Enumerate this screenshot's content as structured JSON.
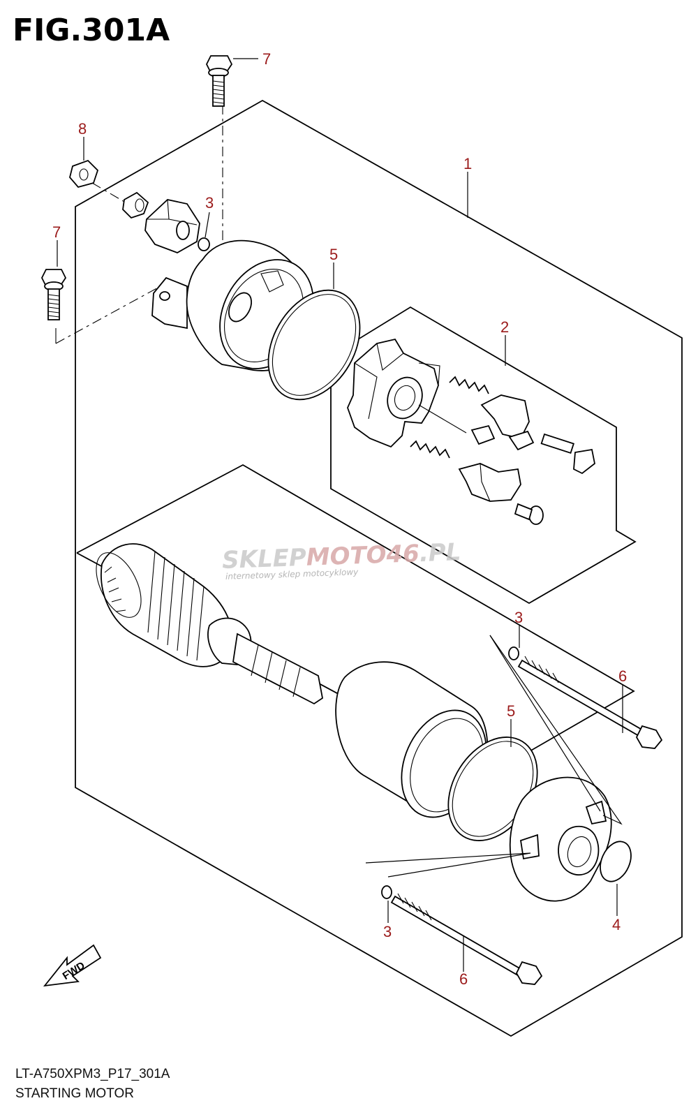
{
  "header": {
    "figure_title": "FIG.301A"
  },
  "footer": {
    "model_code": "LT-A750XPM3_P17_301A",
    "assembly_name": "STARTING MOTOR"
  },
  "watermark": {
    "brand_a": "SKLEP",
    "brand_b": "MOTO46",
    "brand_c": ".PL",
    "tagline": "internetowy sklep motocyklowy"
  },
  "fwd_label": "FWD",
  "callouts": [
    "7",
    "8",
    "3",
    "7",
    "1",
    "5",
    "2",
    "3",
    "6",
    "5",
    "3",
    "6",
    "4"
  ],
  "colors": {
    "callout": "#9b1b1b",
    "line": "#000000",
    "watermark": "#c9c9c9"
  }
}
